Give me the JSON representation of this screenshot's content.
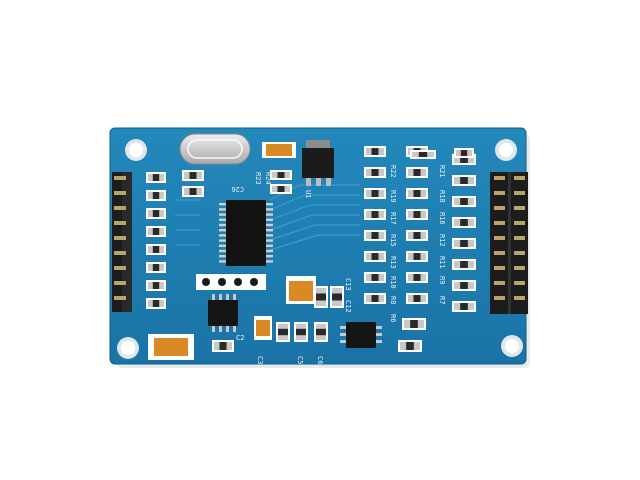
{
  "board": {
    "colors": {
      "pcb": "#1f7fb2",
      "pcb_dark": "#17679a",
      "silkscreen": "#e9f3f8",
      "header_pin": "#1c1c1c",
      "pin_gold": "#b9a46a",
      "capacitor": "#d98a24",
      "crystal": "#c9c9c9"
    },
    "labels": {
      "c26": "C26",
      "r23": "R23",
      "r24": "R24",
      "u1": "U1",
      "r22": "R22",
      "r21": "R21",
      "r19": "R19",
      "r18": "R18",
      "r17": "R17",
      "r16": "R16",
      "r15": "R15",
      "r13": "R13",
      "r12": "R12",
      "r11": "R11",
      "r10": "R10",
      "r9": "R9",
      "r8": "R8",
      "r7": "R7",
      "r6": "R6",
      "c13": "C13",
      "c12": "C12",
      "c2": "C2",
      "c3": "C3",
      "c5": "C5",
      "c6": "C6"
    }
  }
}
